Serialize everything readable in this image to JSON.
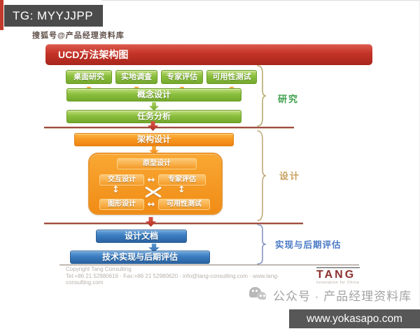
{
  "banners": {
    "tg": "TG: MYYJJPP",
    "souhu": "搜狐号@产品经理资料库",
    "site": "www.yokasapo.com"
  },
  "diagram": {
    "title": "UCD方法架构图",
    "research_boxes": [
      "桌面研究",
      "实地调查",
      "专家评估",
      "可用性测试"
    ],
    "concept_bar": "概念设计",
    "task_bar": "任务分析",
    "architecture_bar": "架构设计",
    "prototype_bar": "原型设计",
    "inner_boxes": {
      "interaction": "交互设计",
      "expert": "专家评估",
      "graphic": "图形设计",
      "usability": "可用性测试"
    },
    "design_doc_bar": "设计文档",
    "tech_bar": "技术实现与后期评估",
    "stages": {
      "research": "研究",
      "design": "设计",
      "implementation": "实现与后期评估"
    }
  },
  "icons": {
    "h_arrow": "↔",
    "v_arrow": "↕"
  },
  "footer": {
    "copyright_line1": "Copyright Tang Consulting",
    "copyright_line2": "Tel:+86 21 52980616 · Fax:+86 21 52980620 · info@tang-consulting.com · www.tang-",
    "copyright_line3": "consulting.com",
    "tang_logo": "TANG",
    "tang_tagline": "Innovation for China",
    "wechat_label": "公众号 · 产品经理资料库"
  },
  "colors": {
    "header_red": "#c43327",
    "box_green": "#8abf3e",
    "box_orange": "#f79822",
    "box_blue": "#3a7cc0",
    "divider": "#a14b40",
    "stage_research": "#3da04b",
    "stage_design": "#c9a05e",
    "stage_implementation": "#4879c5"
  }
}
